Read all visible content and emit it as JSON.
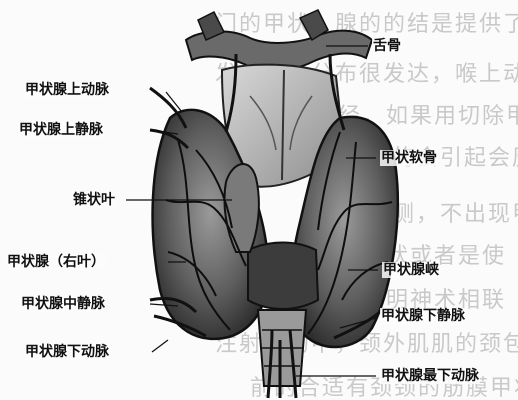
{
  "labels": {
    "hyoid_bone": "舌骨",
    "superior_thyroid_artery": "甲状腺上动脉",
    "superior_thyroid_vein": "甲状腺上静脉",
    "thyroid_cartilage": "甲状软骨",
    "pyramidal_lobe": "锥状叶",
    "thyroid_right_lobe": "甲状腺（右叶）",
    "thyroid_isthmus": "甲状腺峡",
    "middle_thyroid_vein": "甲状腺中静脉",
    "inferior_thyroid_vein": "甲状腺下静脉",
    "inferior_thyroid_artery": "甲状腺下动脉",
    "thyroid_ima_artery": "甲状腺最下动脉"
  },
  "background_text": [
    "门的甲状，腺的的结是提供了使利签",
    "发的静脉分布很发达，喉上动脉和喉",
    "的神经，如果用切除甲状腺两叶",
    "感不同的会引起会厌功能喉或",
    "当单一侧，不出现甲状腺肿声音嘶",
    "发现无症状或者是使",
    "，分布与明神术相联",
    "注射在的中，颈外肌肌的颈包膜两旁",
    "前的合适有颈颈的筋膜甲状腺甲状腺"
  ]
}
